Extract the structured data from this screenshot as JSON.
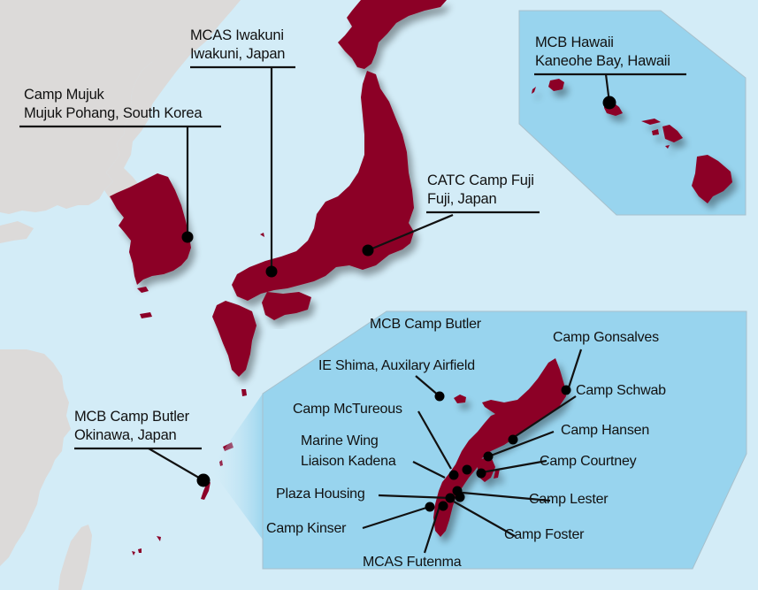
{
  "map": {
    "colors": {
      "sea": "#d3ecf7",
      "land_other": "#dcdad9",
      "land_highlight": "#8c0028",
      "inset_fill": "#98d4ee",
      "inset_border": "#9fb8c4",
      "leader_line": "#111111",
      "marker": "#000000"
    },
    "locations": [
      {
        "id": "camp-mujuk",
        "name": "Camp Mujuk",
        "place": "Mujuk Pohang, South Korea"
      },
      {
        "id": "mcas-iwakuni",
        "name": "MCAS Iwakuni",
        "place": "Iwakuni, Japan"
      },
      {
        "id": "catc-camp-fuji",
        "name": "CATC Camp Fuji",
        "place": "Fuji, Japan"
      },
      {
        "id": "mcb-hawaii",
        "name": "MCB Hawaii",
        "place": "Kaneohe Bay, Hawaii"
      },
      {
        "id": "mcb-camp-butler",
        "name": "MCB Camp Butler",
        "place": "Okinawa, Japan"
      }
    ],
    "okinawa_inset": {
      "title": "MCB Camp Butler",
      "sites": [
        "IE Shima, Auxilary Airfield",
        "Camp Gonsalves",
        "Camp Schwab",
        "Camp McTureous",
        "Camp Hansen",
        "Marine Wing",
        "Liaison Kadena",
        "Camp Courtney",
        "Plaza Housing",
        "Camp Lester",
        "Camp Kinser",
        "Camp Foster",
        "MCAS Futenma"
      ]
    }
  }
}
